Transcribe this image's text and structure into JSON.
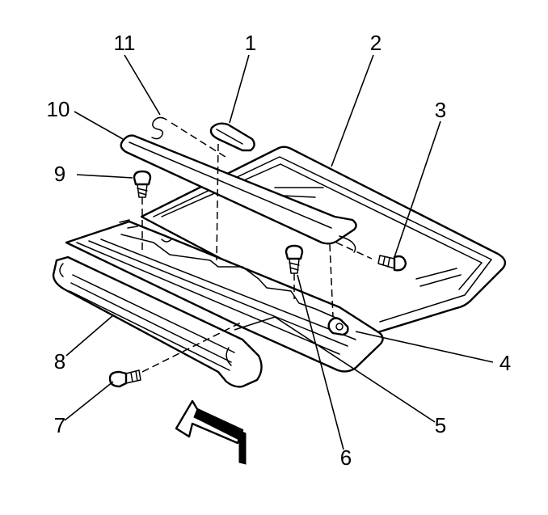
{
  "callouts": [
    {
      "id": "1",
      "label": "1"
    },
    {
      "id": "2",
      "label": "2"
    },
    {
      "id": "3",
      "label": "3"
    },
    {
      "id": "4",
      "label": "4"
    },
    {
      "id": "5",
      "label": "5"
    },
    {
      "id": "6",
      "label": "6"
    },
    {
      "id": "7",
      "label": "7"
    },
    {
      "id": "8",
      "label": "8"
    },
    {
      "id": "9",
      "label": "9"
    },
    {
      "id": "10",
      "label": "10"
    },
    {
      "id": "11",
      "label": "11"
    }
  ],
  "icons": {
    "direction_arrow": "front-direction-arrow-icon"
  },
  "colors": {
    "line": "#000000",
    "background": "#ffffff"
  }
}
